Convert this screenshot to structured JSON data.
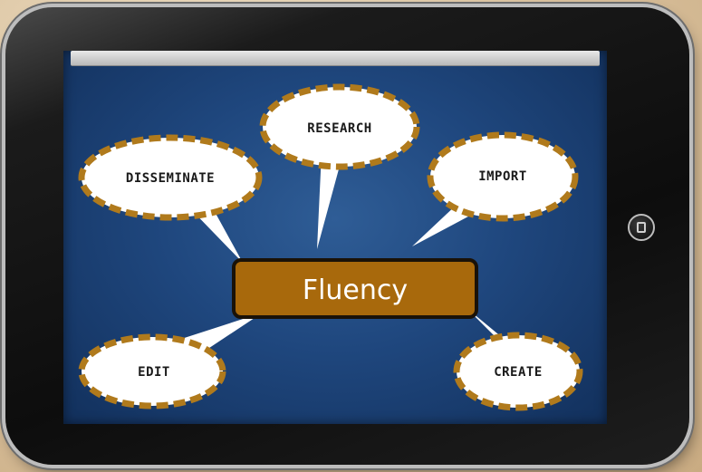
{
  "center": {
    "label": "Fluency",
    "fill": "#a8690c"
  },
  "bubbles": [
    {
      "id": "disseminate",
      "label": "DISSEMINATE"
    },
    {
      "id": "research",
      "label": "RESEARCH"
    },
    {
      "id": "import",
      "label": "IMPORT"
    },
    {
      "id": "edit",
      "label": "EDIT"
    },
    {
      "id": "create",
      "label": "CREATE"
    }
  ],
  "colors": {
    "bubble_fill": "#ffffff",
    "bubble_border": "#b07a1c",
    "screen": "#1f477e"
  }
}
